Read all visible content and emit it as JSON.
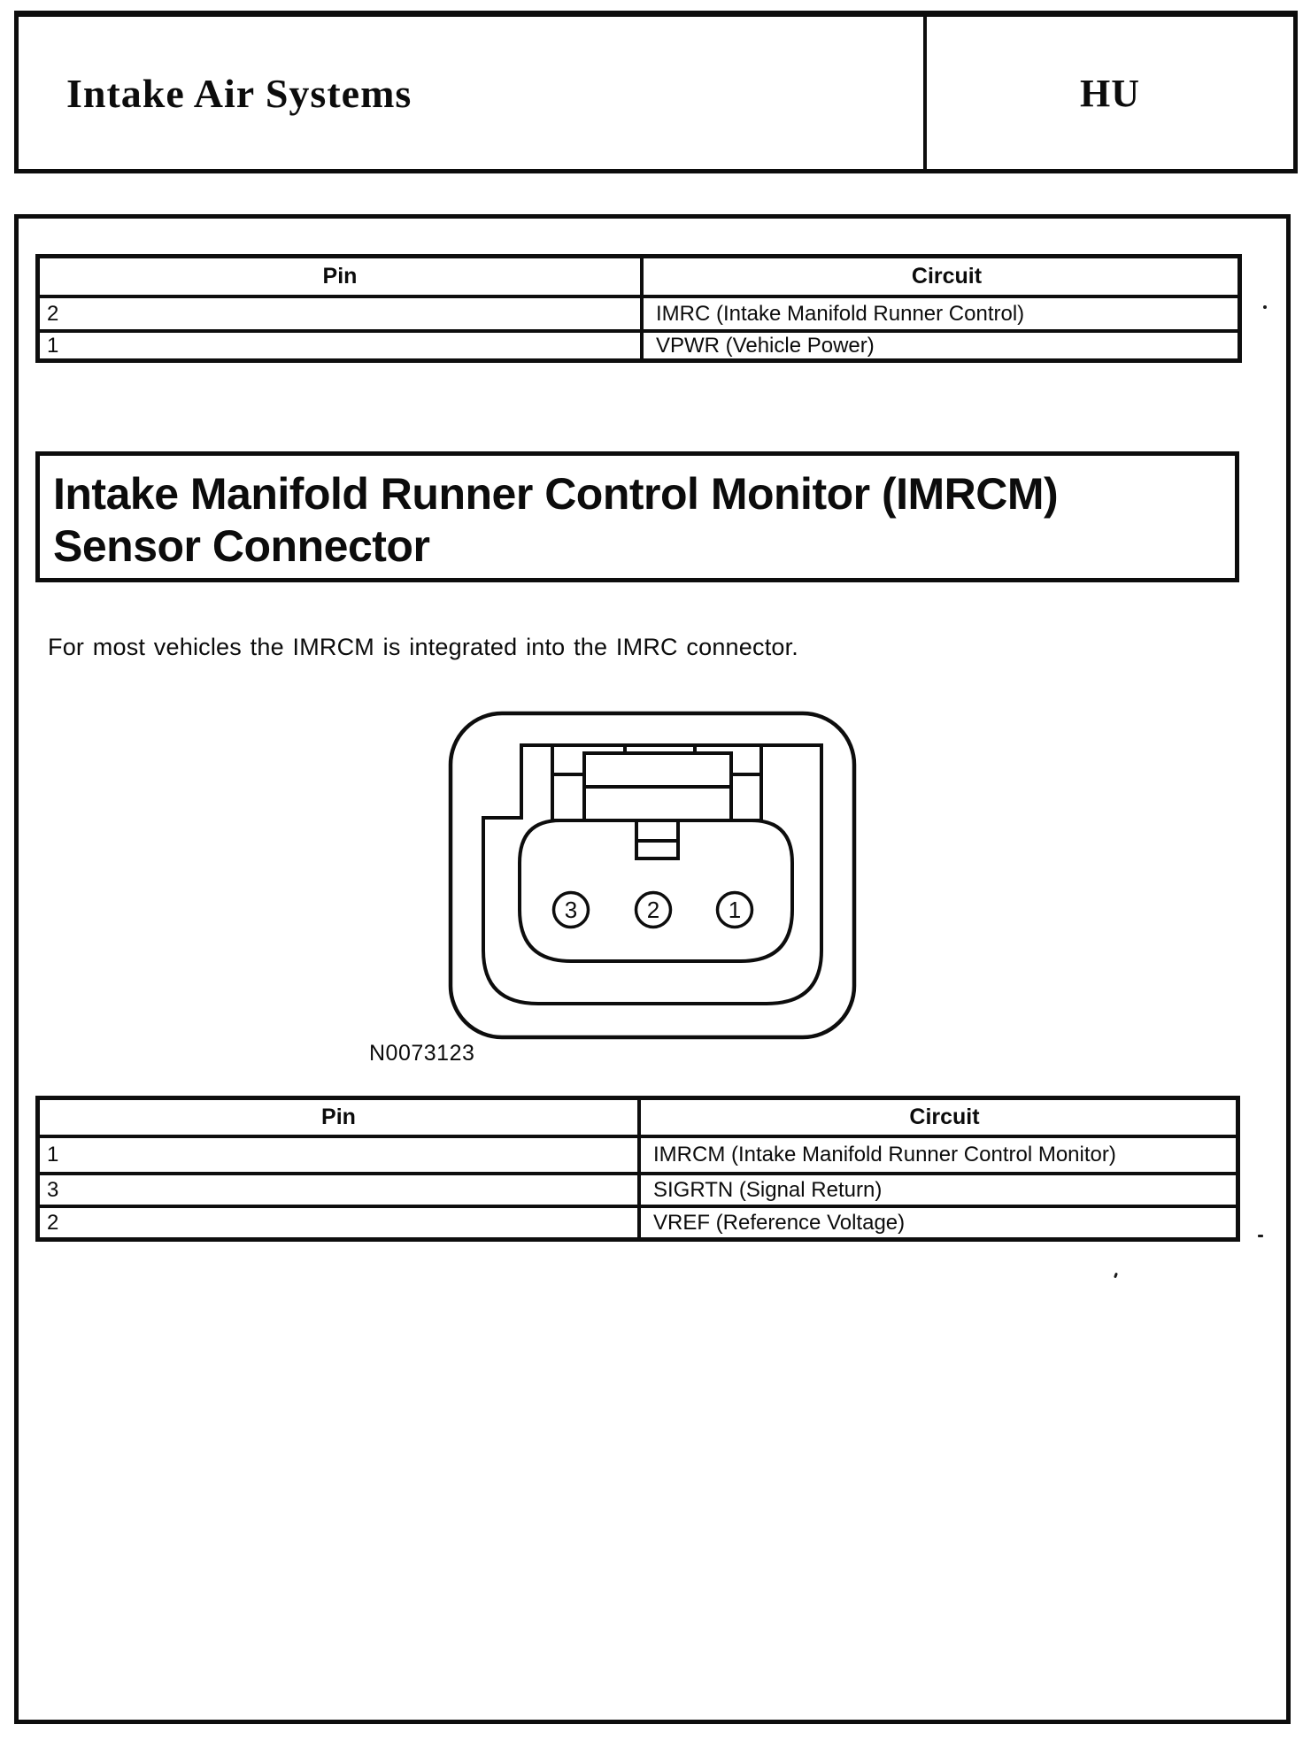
{
  "page": {
    "header": {
      "title": "Intake Air Systems",
      "section_code": "HU"
    },
    "pin_table_top": {
      "headers": {
        "pin": "Pin",
        "circuit": "Circuit"
      },
      "rows": [
        {
          "pin": "2",
          "circuit": "IMRC (Intake Manifold Runner Control)"
        },
        {
          "pin": "1",
          "circuit": "VPWR (Vehicle Power)"
        }
      ]
    },
    "section_heading": {
      "line1": "Intake Manifold Runner Control Monitor (IMRCM)",
      "line2": "Sensor Connector"
    },
    "body_text": "For most vehicles the IMRCM is integrated into the IMRC connector.",
    "diagram": {
      "figure_number": "N0073123",
      "pin_labels": [
        "3",
        "2",
        "1"
      ]
    },
    "pin_table_bottom": {
      "headers": {
        "pin": "Pin",
        "circuit": "Circuit"
      },
      "rows": [
        {
          "pin": "1",
          "circuit": "IMRCM (Intake Manifold Runner Control Monitor)"
        },
        {
          "pin": "3",
          "circuit": "SIGRTN (Signal Return)"
        },
        {
          "pin": "2",
          "circuit": "VREF (Reference Voltage)"
        }
      ]
    }
  }
}
